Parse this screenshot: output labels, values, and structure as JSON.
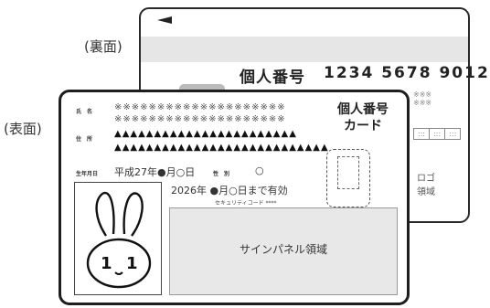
{
  "labels": {
    "back": "(裏面)",
    "front": "(表面)"
  },
  "back_card": {
    "title": "個人番号",
    "number": "1234 5678 9012",
    "dots_line1": "※※※",
    "dots_line2": "※※※",
    "table_cells": [
      ":::",
      ":::",
      ":::"
    ],
    "note_line1": "ロゴ",
    "note_line2": "領域"
  },
  "front_card": {
    "name_label": "氏　名",
    "name_line1": "※※※※※※※※※※※※※※※※※※※※",
    "name_line2": "※※※※※※※※※※※※※※※※※※※※",
    "title_line1": "個人番号",
    "title_line2": "カード",
    "address_label": "住　所",
    "address_line1": "▲▲▲▲▲▲▲▲▲▲▲▲▲▲▲▲▲▲▲▲▲▲▲",
    "address_line2": "▲▲▲▲▲▲▲▲▲▲▲▲▲▲▲▲▲▲▲▲▲▲▲▲▲▲▲",
    "birth_label": "生年月日",
    "birth_value": "平成27年●月○日",
    "sex_label": "性　別",
    "sex_value": "○",
    "expiry": "2026年 ●月○日まで有効",
    "security_code": "セキュリティコード ****",
    "sign_panel": "サインパネル領域"
  },
  "mascot_digits": [
    "1",
    "1"
  ]
}
